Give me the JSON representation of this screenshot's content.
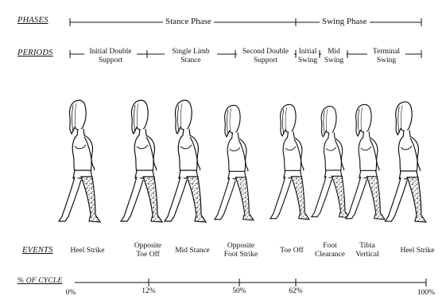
{
  "row_labels": {
    "phases": "PHASES",
    "periods": "PERIODS",
    "events": "EVENTS",
    "cycle": "% OF CYCLE"
  },
  "phases": [
    {
      "label": "Stance Phase"
    },
    {
      "label": "Swing Phase"
    }
  ],
  "periods": [
    {
      "line1": "Initial Double",
      "line2": "Support"
    },
    {
      "line1": "Single Limb",
      "line2": "Stance"
    },
    {
      "line1": "Second Double",
      "line2": "Support"
    },
    {
      "line1": "Initial",
      "line2": "Swing"
    },
    {
      "line1": "Mid",
      "line2": "Swing"
    },
    {
      "line1": "Terminal",
      "line2": "Swing"
    }
  ],
  "events": [
    {
      "line1": "Heel Strike",
      "line2": ""
    },
    {
      "line1": "Opposite",
      "line2": "Toe Off"
    },
    {
      "line1": "Mid Stance",
      "line2": ""
    },
    {
      "line1": "Opposite",
      "line2": "Foot Strike"
    },
    {
      "line1": "Toe Off",
      "line2": ""
    },
    {
      "line1": "Foot",
      "line2": "Clearance"
    },
    {
      "line1": "Tibia",
      "line2": "Vertical"
    },
    {
      "line1": "Heel Strike",
      "line2": ""
    }
  ],
  "cycle_ticks": [
    "0%",
    "12%",
    "50%",
    "62%",
    "100%"
  ],
  "figure_count": 8,
  "colors": {
    "ink": "#111111",
    "shaded_leg": "#777777"
  }
}
